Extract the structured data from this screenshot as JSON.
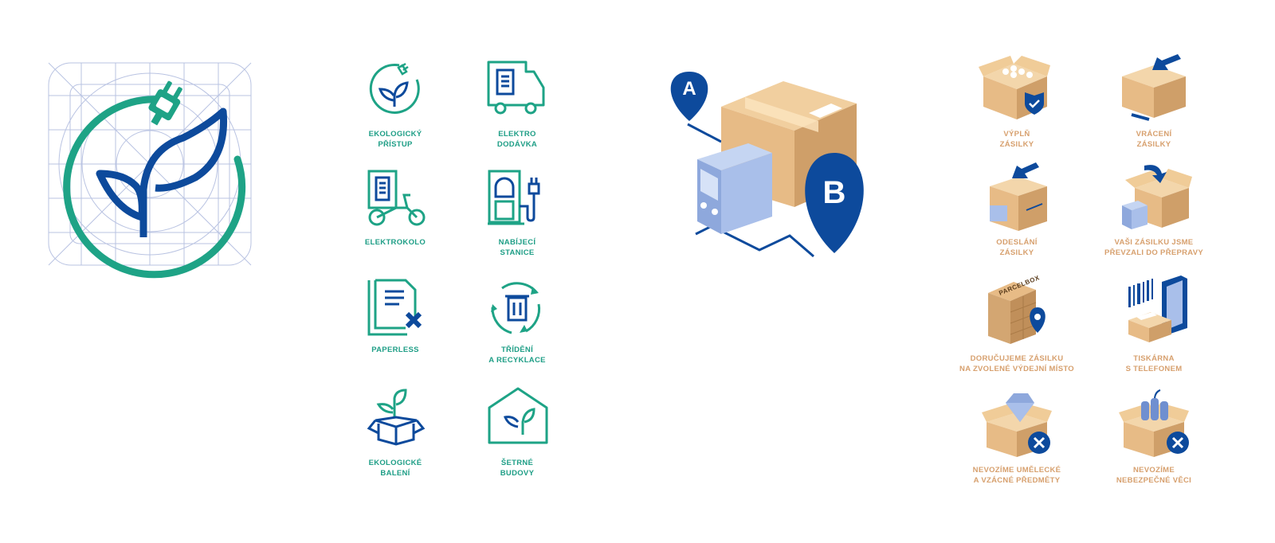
{
  "colors": {
    "teal": "#1ea386",
    "blue": "#0d4a9c",
    "grid": "#b9c3e2",
    "orange_text": "#d7a06e",
    "box": "#e9c18f",
    "box_dark": "#c99b66",
    "truck": "#9db4e2"
  },
  "hero_icon": {
    "name": "eco-plug-leaf-icon"
  },
  "pins": {
    "a_label": "A",
    "b_label": "B"
  },
  "eco_icons": [
    {
      "icon": "eco-approach-icon",
      "label": "EKOLOGICKÝ\nPŘÍSTUP"
    },
    {
      "icon": "electric-van-icon",
      "label": "ELEKTRO\nDODÁVKA"
    },
    {
      "icon": "electric-cargo-bike-icon",
      "label": "ELEKTROKOLO"
    },
    {
      "icon": "charging-station-icon",
      "label": "NABÍJECÍ\nSTANICE"
    },
    {
      "icon": "paperless-icon",
      "label": "PAPERLESS"
    },
    {
      "icon": "recycling-bin-icon",
      "label": "TŘÍDĚNÍ\nA RECYKLACE"
    },
    {
      "icon": "eco-packaging-icon",
      "label": "EKOLOGICKÉ\nBALENÍ"
    },
    {
      "icon": "green-building-icon",
      "label": "ŠETRNÉ\nBUDOVY"
    }
  ],
  "parcel_icons": [
    {
      "icon": "parcel-filling-icon",
      "label": "VÝPLŇ\nZÁSILKY"
    },
    {
      "icon": "parcel-return-icon",
      "label": "VRÁCENÍ\nZÁSILKY"
    },
    {
      "icon": "parcel-send-icon",
      "label": "ODESLÁNÍ\nZÁSILKY"
    },
    {
      "icon": "parcel-handover-icon",
      "label": "VAŠI ZÁSILKU JSME\nPŘEVZALI DO PŘEPRAVY"
    },
    {
      "icon": "parcelbox-pickup-icon",
      "label": "DORUČUJEME ZÁSILKU\nNA ZVOLENÉ VÝDEJNÍ MÍSTO"
    },
    {
      "icon": "printer-phone-icon",
      "label": "TISKÁRNA\nS TELEFONEM"
    },
    {
      "icon": "no-art-valuables-icon",
      "label": "NEVOZÍME UMĚLECKÉ\nA VZÁCNÉ PŘEDMĚTY"
    },
    {
      "icon": "no-dangerous-goods-icon",
      "label": "NEVOZÍME\nNEBEZPEČNÉ VĚCI"
    }
  ],
  "parcelbox_text": "PARCELBOX"
}
